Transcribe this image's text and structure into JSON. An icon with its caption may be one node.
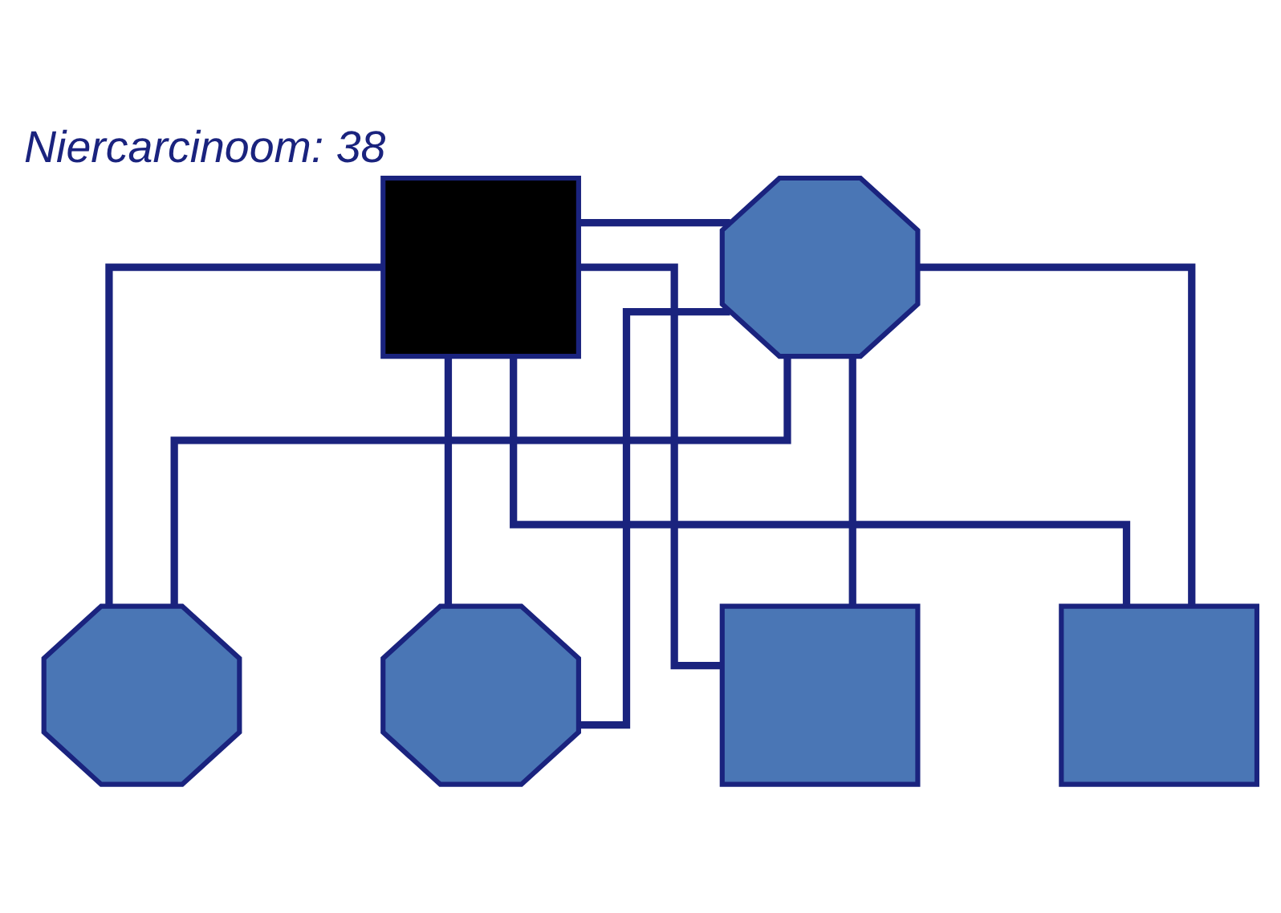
{
  "diagram": {
    "nodes": [
      {
        "text": [],
        "shape": "box",
        "beside": [
          "Niercarcinoom: 38"
        ]
      },
      {
        "text": [],
        "shape": "octagon"
      },
      {
        "text": [],
        "shape": "box"
      },
      {
        "text": [],
        "shape": "box"
      },
      {
        "text": [],
        "shape": "octagon"
      },
      {
        "text": [],
        "shape": "octagon"
      }
    ],
    "edges": [
      {
        "from": 0,
        "to": 1,
        "arrow": "none"
      },
      {
        "from": 0,
        "to": 2,
        "arrow": "none"
      },
      {
        "from": 1,
        "to": 2,
        "arrow": "none"
      },
      {
        "from": 0,
        "to": 3,
        "arrow": "none"
      },
      {
        "from": 1,
        "to": 3,
        "arrow": "none"
      },
      {
        "from": 0,
        "to": 4,
        "arrow": "none"
      },
      {
        "from": 1,
        "to": 4,
        "arrow": "none"
      },
      {
        "from": 0,
        "to": 5,
        "arrow": "none"
      },
      {
        "from": 1,
        "to": 5,
        "arrow": "none"
      }
    ]
  }
}
